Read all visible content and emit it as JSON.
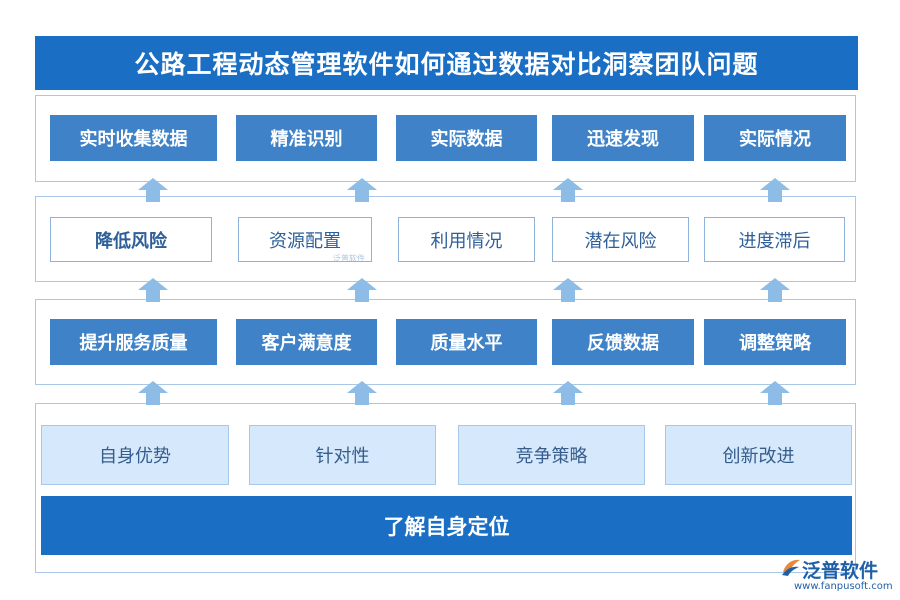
{
  "title": "公路工程动态管理软件如何通过数据对比洞察团队问题",
  "row1": [
    "实时收集数据",
    "精准识别",
    "实际数据",
    "迅速发现",
    "实际情况"
  ],
  "row2": [
    "降低风险",
    "资源配置",
    "利用情况",
    "潜在风险",
    "进度滞后"
  ],
  "row3": [
    "提升服务质量",
    "客户满意度",
    "质量水平",
    "反馈数据",
    "调整策略"
  ],
  "row4": [
    "自身优势",
    "针对性",
    "竞争策略",
    "创新改进"
  ],
  "bottom": "了解自身定位",
  "watermark": "泛普软件",
  "logo": {
    "text": "泛普软件",
    "url": "www.fanpusoft.com"
  },
  "colors": {
    "title_bg": "#1a6fc4",
    "solid_box": "#3f82c8",
    "light_box": "#d6e8fb",
    "arrow": "#8dbce6",
    "border": "#a9c7e6"
  }
}
